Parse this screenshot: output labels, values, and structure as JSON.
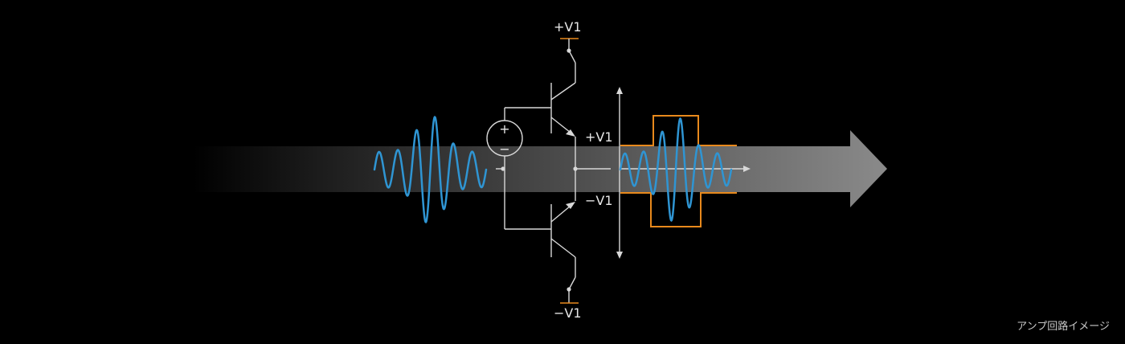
{
  "labels": {
    "top_rail": "+V1",
    "bottom_rail": "−V1",
    "output_positive": "+V1",
    "output_negative": "−V1"
  },
  "source_symbols": {
    "plus": "+",
    "minus": "−"
  },
  "caption": "アンプ回路イメージ",
  "colors": {
    "background": "#000000",
    "signal_wave": "#2f95d3",
    "clip_limit": "#e8891c",
    "circuit_line": "#d8d8d8",
    "arrow_light": "#8a8a8a"
  }
}
